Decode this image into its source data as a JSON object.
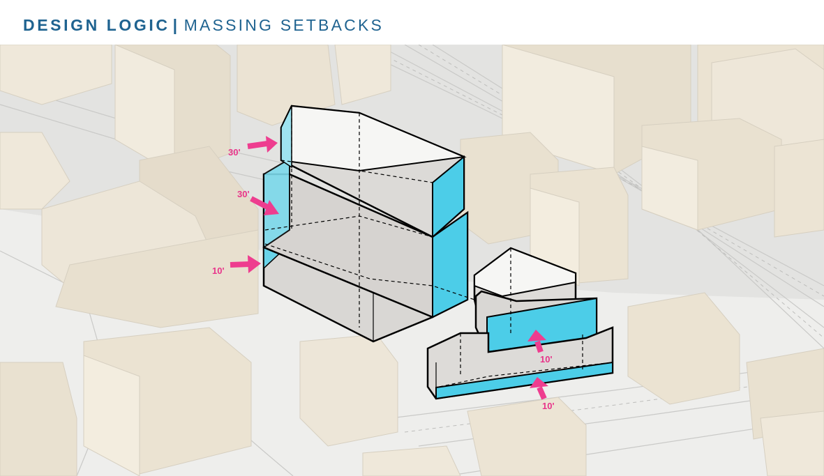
{
  "header": {
    "title_bold": "DESIGN LOGIC",
    "separator": "|",
    "title_light": "MASSING SETBACKS"
  },
  "colors": {
    "title": "#1f6390",
    "setback_cyan": "#4ccde8",
    "arrow_magenta": "#ee3d8f",
    "context_buildings": "#ece4d4"
  },
  "setbacks": [
    {
      "label": "30'"
    },
    {
      "label": "30'"
    },
    {
      "label": "10'"
    },
    {
      "label": "10'"
    },
    {
      "label": "10'"
    }
  ]
}
